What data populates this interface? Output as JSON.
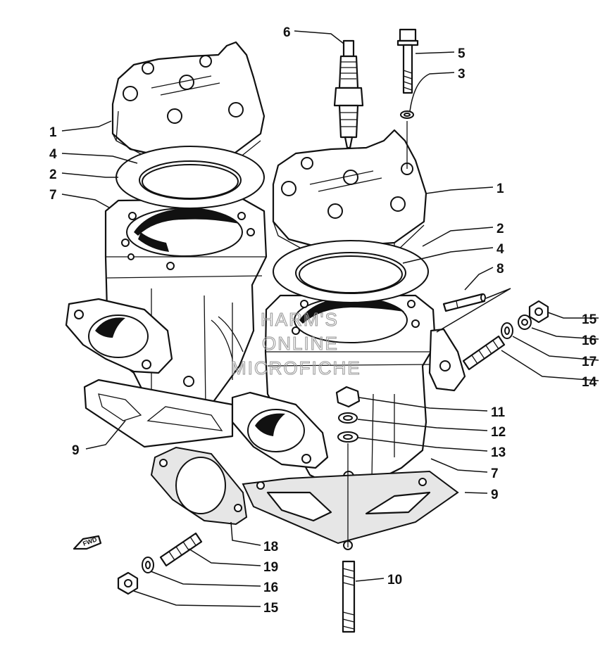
{
  "diagram": {
    "watermark": [
      "HARM'S",
      "ONLINE",
      "MICROFICHE"
    ],
    "direction_label": "FWD",
    "callouts": [
      {
        "id": "c1a",
        "text": "1"
      },
      {
        "id": "c4a",
        "text": "4"
      },
      {
        "id": "c2a",
        "text": "2"
      },
      {
        "id": "c7a",
        "text": "7"
      },
      {
        "id": "c6",
        "text": "6"
      },
      {
        "id": "c5",
        "text": "5"
      },
      {
        "id": "c3",
        "text": "3"
      },
      {
        "id": "c1b",
        "text": "1"
      },
      {
        "id": "c2b",
        "text": "2"
      },
      {
        "id": "c4b",
        "text": "4"
      },
      {
        "id": "c8",
        "text": "8"
      },
      {
        "id": "c15a",
        "text": "15"
      },
      {
        "id": "c16a",
        "text": "16"
      },
      {
        "id": "c17",
        "text": "17"
      },
      {
        "id": "c14",
        "text": "14"
      },
      {
        "id": "c11",
        "text": "11"
      },
      {
        "id": "c12",
        "text": "12"
      },
      {
        "id": "c13",
        "text": "13"
      },
      {
        "id": "c7b",
        "text": "7"
      },
      {
        "id": "c9a",
        "text": "9"
      },
      {
        "id": "c9b",
        "text": "9"
      },
      {
        "id": "c18",
        "text": "18"
      },
      {
        "id": "c19",
        "text": "19"
      },
      {
        "id": "c16b",
        "text": "16"
      },
      {
        "id": "c15b",
        "text": "15"
      },
      {
        "id": "c10",
        "text": "10"
      }
    ]
  }
}
